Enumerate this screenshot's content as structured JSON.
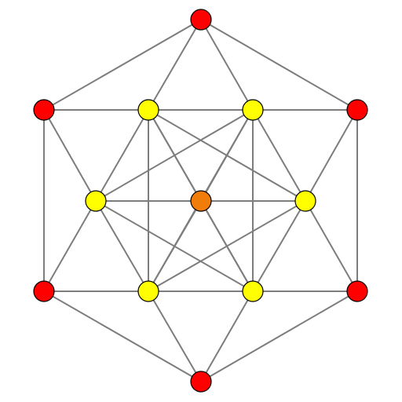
{
  "colors": {
    "background": "#ffffff",
    "edge": "#7d7d7d",
    "outer_vertex": "#ff0000",
    "inner_vertex": "#ffff00",
    "center_vertex": "#f07d0a"
  },
  "graph": {
    "vertices": [
      {
        "id": "top",
        "kind": "outer"
      },
      {
        "id": "uleft",
        "kind": "outer"
      },
      {
        "id": "uright",
        "kind": "outer"
      },
      {
        "id": "lleft",
        "kind": "outer"
      },
      {
        "id": "lright",
        "kind": "outer"
      },
      {
        "id": "bottom",
        "kind": "outer"
      },
      {
        "id": "in-ul",
        "kind": "inner"
      },
      {
        "id": "in-ur",
        "kind": "inner"
      },
      {
        "id": "in-l",
        "kind": "inner"
      },
      {
        "id": "in-r",
        "kind": "inner"
      },
      {
        "id": "in-ll",
        "kind": "inner"
      },
      {
        "id": "in-lr",
        "kind": "inner"
      },
      {
        "id": "center",
        "kind": "center"
      }
    ],
    "edges": [
      [
        "top",
        "uleft"
      ],
      [
        "top",
        "uright"
      ],
      [
        "top",
        "in-ul"
      ],
      [
        "top",
        "in-ur"
      ],
      [
        "uleft",
        "lleft"
      ],
      [
        "uleft",
        "in-ul"
      ],
      [
        "uleft",
        "in-l"
      ],
      [
        "uright",
        "lright"
      ],
      [
        "uright",
        "in-ur"
      ],
      [
        "uright",
        "in-r"
      ],
      [
        "lleft",
        "bottom"
      ],
      [
        "lleft",
        "in-l"
      ],
      [
        "lleft",
        "in-ll"
      ],
      [
        "lright",
        "bottom"
      ],
      [
        "lright",
        "in-r"
      ],
      [
        "lright",
        "in-lr"
      ],
      [
        "bottom",
        "in-ll"
      ],
      [
        "bottom",
        "in-lr"
      ],
      [
        "in-ul",
        "in-ur"
      ],
      [
        "in-ll",
        "in-lr"
      ],
      [
        "in-ul",
        "in-ll"
      ],
      [
        "in-ur",
        "in-lr"
      ],
      [
        "in-l",
        "in-r"
      ],
      [
        "in-ul",
        "in-l"
      ],
      [
        "in-ur",
        "in-r"
      ],
      [
        "in-ll",
        "in-l"
      ],
      [
        "in-lr",
        "in-r"
      ],
      [
        "in-ul",
        "in-lr"
      ],
      [
        "in-ur",
        "in-ll"
      ],
      [
        "in-ul",
        "in-r"
      ],
      [
        "in-ur",
        "in-l"
      ],
      [
        "in-ll",
        "in-r"
      ],
      [
        "in-lr",
        "in-l"
      ],
      [
        "center",
        "in-ul"
      ],
      [
        "center",
        "in-ur"
      ],
      [
        "center",
        "in-l"
      ],
      [
        "center",
        "in-r"
      ],
      [
        "center",
        "in-ll"
      ],
      [
        "center",
        "in-lr"
      ]
    ]
  }
}
